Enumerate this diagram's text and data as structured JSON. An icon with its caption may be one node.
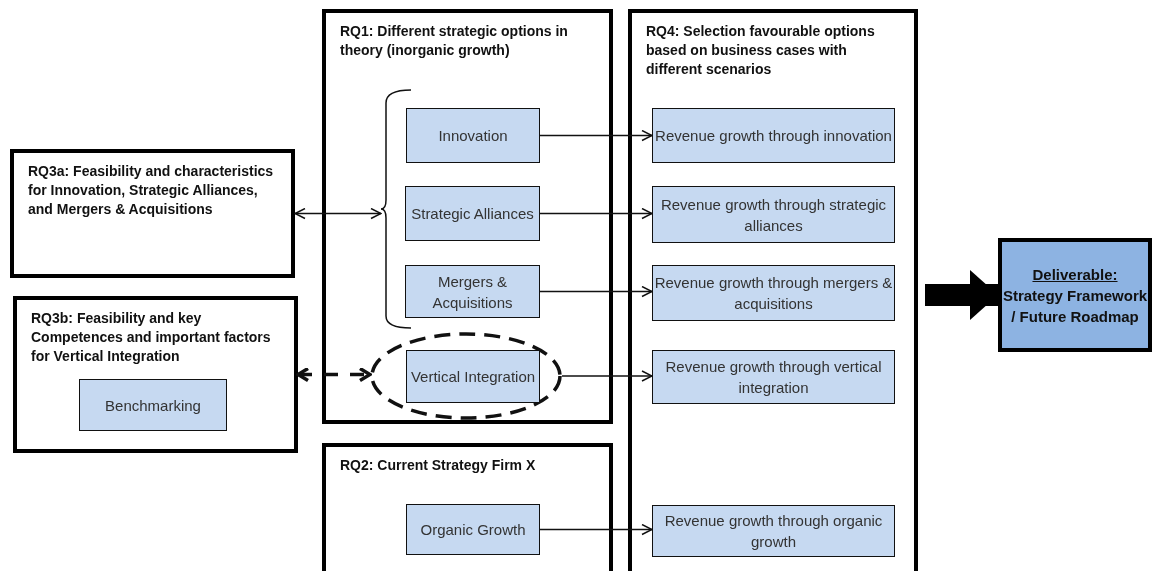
{
  "diagram": {
    "nodes": [
      {
        "text": [
          "RQ3a: Feasibility and characteristics for Innovation, Strategic Alliances, and Mergers & Acquisitions"
        ]
      },
      {
        "text": [
          "RQ3b: Feasibility and key Competences and important factors for Vertical Integration"
        ]
      },
      {
        "text": [
          "Benchmarking"
        ],
        "in": 1
      },
      {
        "text": [
          "RQ1: Different strategic options in theory (inorganic growth)"
        ]
      },
      {
        "text": [],
        "shape": "brace",
        "in": 3
      },
      {
        "text": [
          "Innovation"
        ],
        "in": 3
      },
      {
        "text": [
          "Strategic Alliances"
        ],
        "in": 3
      },
      {
        "text": [
          "Mergers & Acquisitions"
        ],
        "in": 3
      },
      {
        "text": [],
        "shape": "ellipse",
        "in": 3
      },
      {
        "text": [
          "Vertical Integration"
        ],
        "in": 8
      },
      {
        "text": [
          "RQ2: Current Strategy Firm X"
        ]
      },
      {
        "text": [
          "Organic Growth"
        ],
        "in": 10
      },
      {
        "text": [
          "RQ4: Selection favourable options based on business cases with different scenarios"
        ]
      },
      {
        "text": [
          "Revenue growth through innovation"
        ],
        "in": 12
      },
      {
        "text": [
          "Revenue growth through strategic alliances"
        ],
        "in": 12
      },
      {
        "text": [
          "Revenue growth through mergers & acquisitions"
        ],
        "in": 12
      },
      {
        "text": [
          "Revenue growth through vertical integration"
        ],
        "in": 12
      },
      {
        "text": [
          "Revenue growth through organic growth"
        ],
        "in": 12
      },
      {
        "text": [
          "Deliverable:",
          "Strategy Framework / Future Roadmap"
        ]
      }
    ],
    "edges": [
      {
        "from": 0,
        "to": 4,
        "arrow": "both"
      },
      {
        "from": 1,
        "to": 8,
        "arrow": "both",
        "style": "dashed"
      },
      {
        "from": 5,
        "to": 13,
        "arrow": "to"
      },
      {
        "from": 6,
        "to": 14,
        "arrow": "to"
      },
      {
        "from": 7,
        "to": 15,
        "arrow": "to"
      },
      {
        "from": 8,
        "to": 16,
        "arrow": "to"
      },
      {
        "from": 11,
        "to": 17,
        "arrow": "to"
      },
      {
        "from": 12,
        "to": 18,
        "arrow": "to",
        "style": "thick"
      }
    ]
  }
}
